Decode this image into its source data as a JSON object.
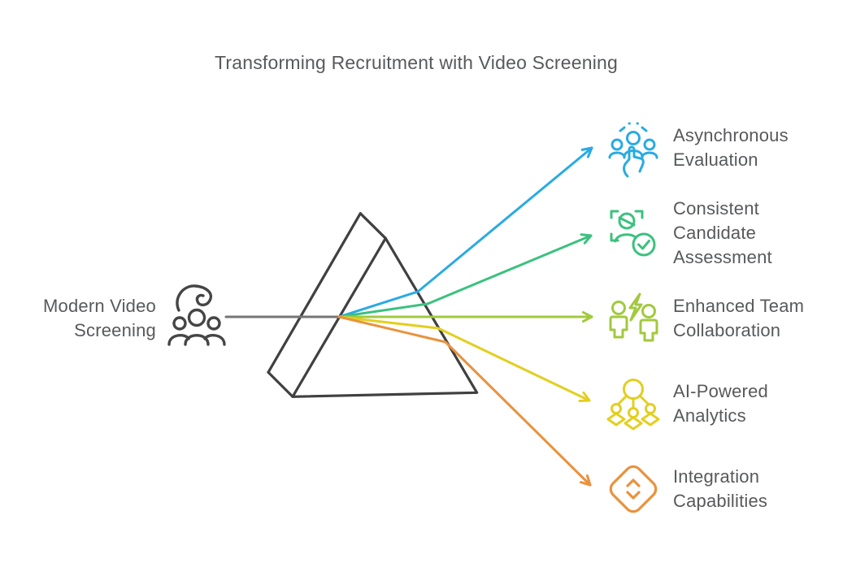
{
  "title": "Transforming Recruitment with Video Screening",
  "input": {
    "label": "Modern Video\nScreening",
    "icon": "group-people-hand-icon"
  },
  "outputs": [
    {
      "label": "Asynchronous\nEvaluation",
      "icon": "people-pointing-hand-icon",
      "color": "#29abe2"
    },
    {
      "label": "Consistent\nCandidate\nAssessment",
      "icon": "candidate-scan-check-icon",
      "color": "#3bc17f"
    },
    {
      "label": "Enhanced Team\nCollaboration",
      "icon": "team-lightning-icon",
      "color": "#a2c93e"
    },
    {
      "label": "AI-Powered\nAnalytics",
      "icon": "network-hierarchy-icon",
      "color": "#e3cf20"
    },
    {
      "label": "Integration\nCapabilities",
      "icon": "diamond-chevrons-icon",
      "color": "#e9923d"
    }
  ],
  "colors": {
    "text": "#58595b",
    "prism": "#404040",
    "input_ray": "#757575",
    "input_icon": "#454545"
  }
}
